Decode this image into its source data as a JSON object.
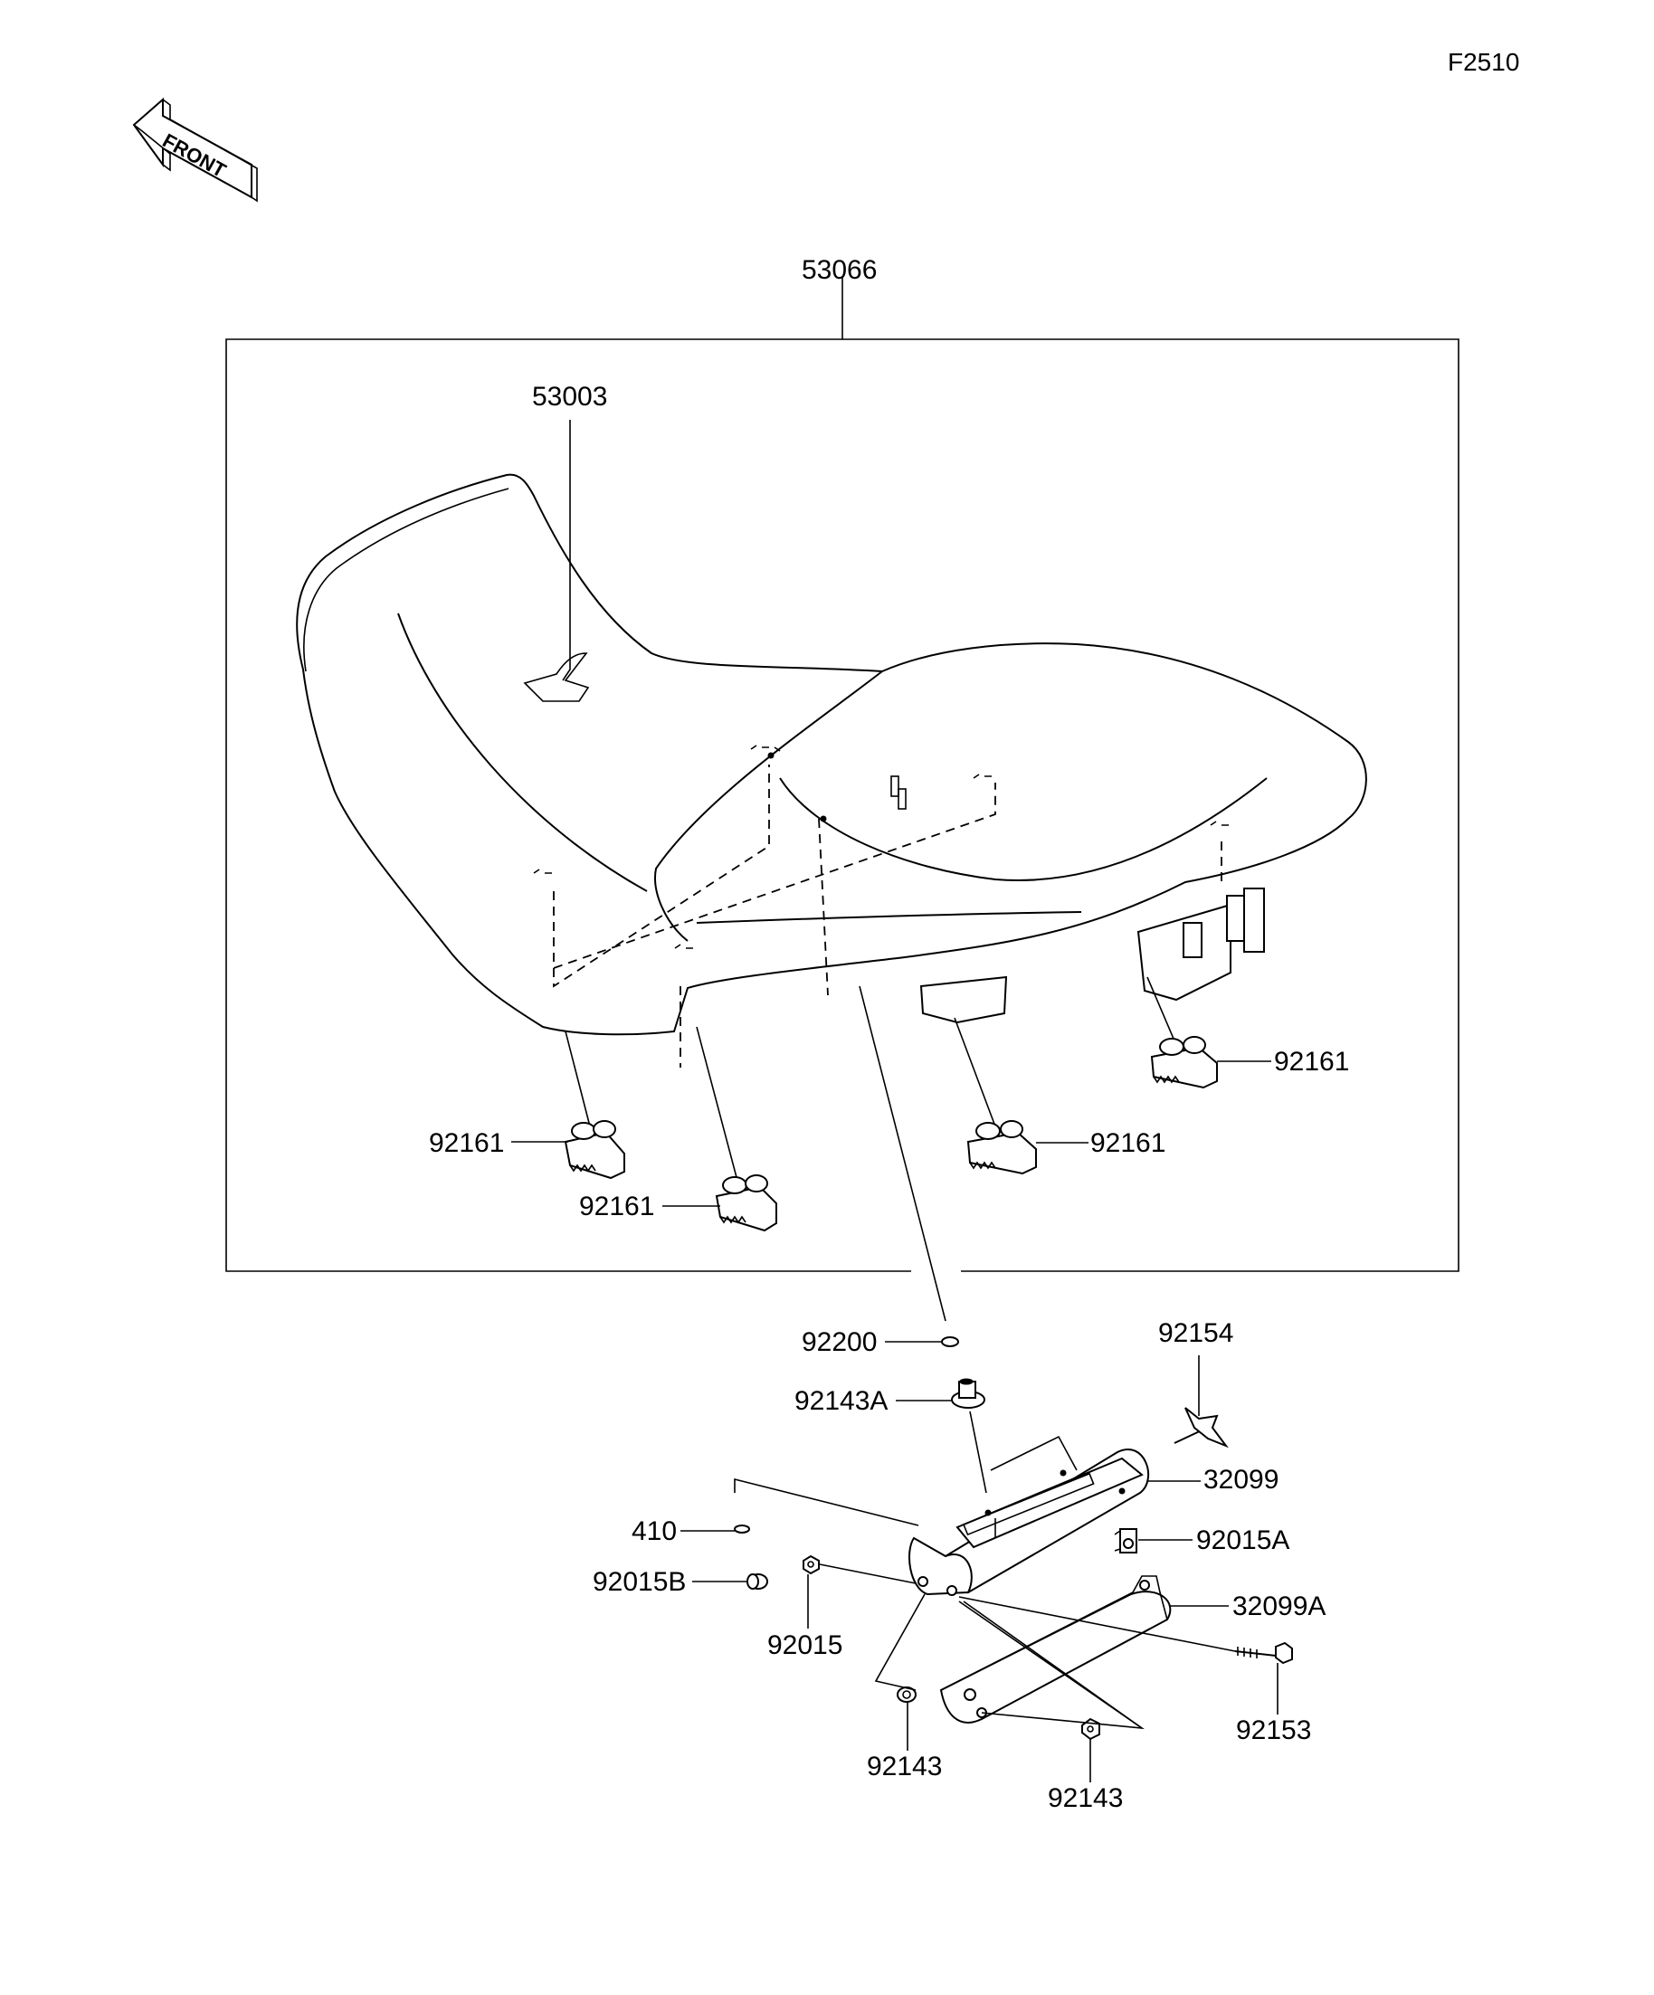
{
  "figure_id": "F2510",
  "front_arrow_text": "FRONT",
  "labels": {
    "p53066": "53066",
    "p53003": "53003",
    "p92161_a": "92161",
    "p92161_b": "92161",
    "p92161_c": "92161",
    "p92161_d": "92161",
    "p92200": "92200",
    "p92143A": "92143A",
    "p92154": "92154",
    "p32099": "32099",
    "p410": "410",
    "p92015A": "92015A",
    "p92015B": "92015B",
    "p32099A": "32099A",
    "p92015": "92015",
    "p92153": "92153",
    "p92143_a": "92143",
    "p92143_b": "92143"
  },
  "colors": {
    "line": "#000000",
    "background": "#ffffff"
  }
}
